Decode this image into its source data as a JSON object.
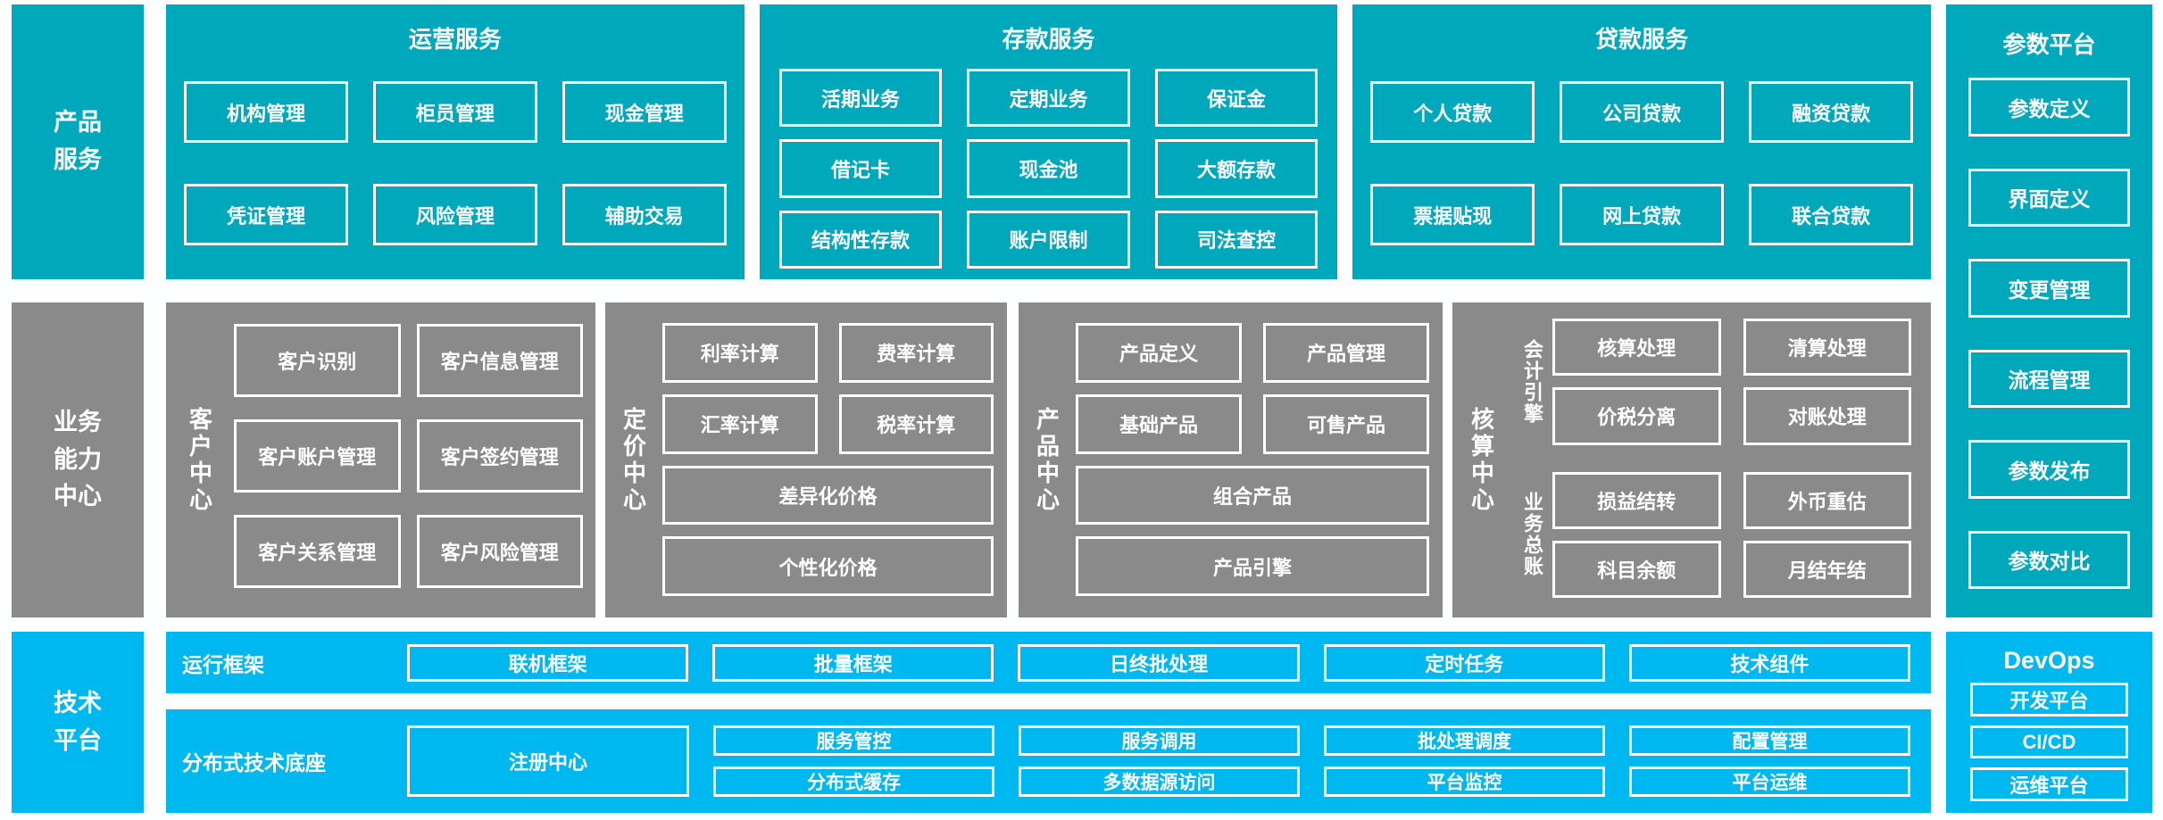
{
  "palette": {
    "teal": "#00A8BC",
    "sky_blue": "#00B8F0",
    "gray": "#8A8A8A",
    "box_border": "#FFFFFF",
    "text": "#FFFFFF",
    "background": "#FFFFFF"
  },
  "left_rail": {
    "product_services": {
      "lines": [
        "产品",
        "服务"
      ]
    },
    "business_capability": {
      "lines": [
        "业务",
        "能力",
        "中心"
      ]
    },
    "technology_platform": {
      "lines": [
        "技术",
        "平台"
      ]
    }
  },
  "top_row": {
    "operations": {
      "title": "运营服务",
      "boxes": [
        "机构管理",
        "柜员管理",
        "现金管理",
        "凭证管理",
        "风险管理",
        "辅助交易"
      ]
    },
    "deposits": {
      "title": "存款服务",
      "boxes": [
        "活期业务",
        "定期业务",
        "保证金",
        "借记卡",
        "现金池",
        "大额存款",
        "结构性存款",
        "账户限制",
        "司法查控"
      ]
    },
    "loans": {
      "title": "贷款服务",
      "boxes": [
        "个人贷款",
        "公司贷款",
        "融资贷款",
        "票据贴现",
        "网上贷款",
        "联合贷款"
      ]
    }
  },
  "middle_row": {
    "customer_center": {
      "label": "客户中心",
      "boxes": [
        "客户识别",
        "客户信息管理",
        "客户账户管理",
        "客户签约管理",
        "客户关系管理",
        "客户风险管理"
      ]
    },
    "pricing_center": {
      "label": "定价中心",
      "small_boxes": [
        "利率计算",
        "费率计算",
        "汇率计算",
        "税率计算"
      ],
      "wide_boxes": [
        "差异化价格",
        "个性化价格"
      ]
    },
    "product_center": {
      "label": "产品中心",
      "small_boxes": [
        "产品定义",
        "产品管理",
        "基础产品",
        "可售产品"
      ],
      "wide_boxes": [
        "组合产品",
        "产品引擎"
      ]
    },
    "accounting_center": {
      "label": "核算中心",
      "groups": [
        {
          "label": "会计引擎",
          "boxes": [
            "核算处理",
            "清算处理",
            "价税分离",
            "对账处理"
          ]
        },
        {
          "label": "业务总账",
          "boxes": [
            "损益结转",
            "外币重估",
            "科目余额",
            "月结年结"
          ]
        }
      ]
    }
  },
  "tech_platform": {
    "runtime_framework": {
      "label": "运行框架",
      "boxes": [
        "联机框架",
        "批量框架",
        "日终批处理",
        "定时任务",
        "技术组件"
      ]
    },
    "distributed_base": {
      "label": "分布式技术底座",
      "registry_box": "注册中心",
      "boxes": [
        "服务管控",
        "服务调用",
        "批处理调度",
        "配置管理",
        "分布式缓存",
        "多数据源访问",
        "平台监控",
        "平台运维"
      ]
    }
  },
  "right_rail": {
    "parameter_platform": {
      "title": "参数平台",
      "boxes": [
        "参数定义",
        "界面定义",
        "变更管理",
        "流程管理",
        "参数发布",
        "参数对比"
      ]
    },
    "devops": {
      "title": "DevOps",
      "boxes": [
        "开发平台",
        "CI/CD",
        "运维平台"
      ]
    }
  }
}
